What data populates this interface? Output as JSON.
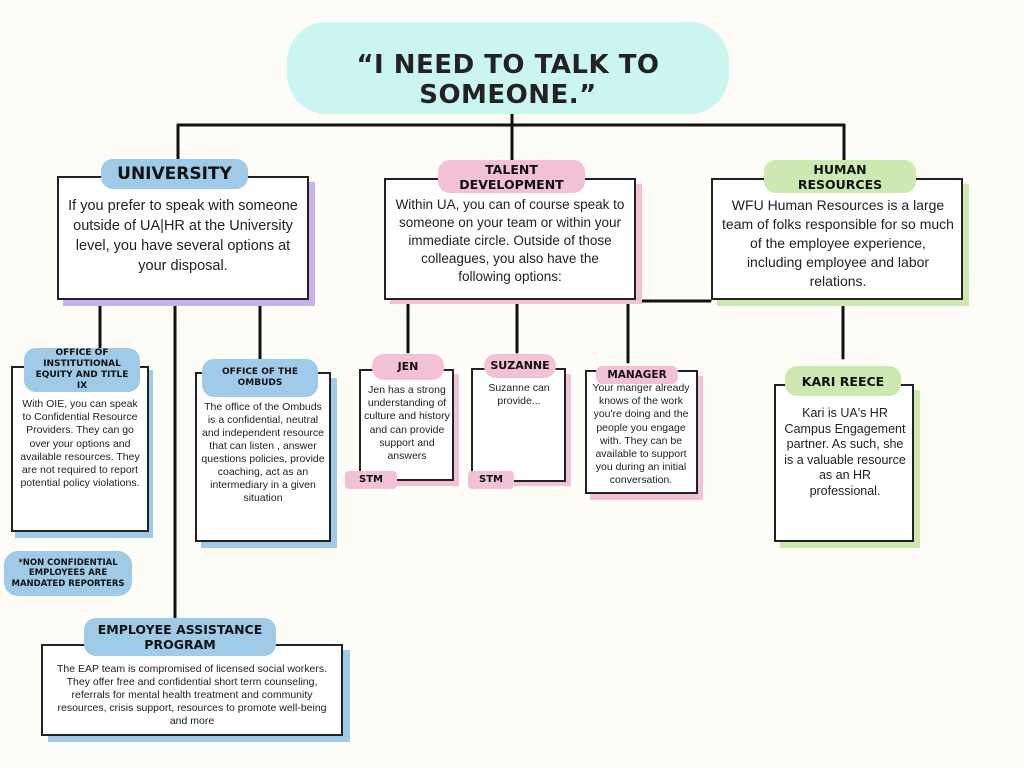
{
  "title": "“I NEED TO TALK TO SOMEONE.”",
  "university": {
    "label": "UNIVERSITY",
    "text": "If you prefer to speak with someone outside of UA|HR at the University level, you have several options at your disposal."
  },
  "talent": {
    "label": "TALENT DEVELOPMENT",
    "text": "Within UA, you can of course speak to someone on your team or within your immediate circle. Outside of those colleagues, you also have the following options:"
  },
  "hr": {
    "label": "HUMAN RESOURCES",
    "text": "WFU Human Resources is a large team of folks responsible for so much of the employee experience, including employee and labor relations."
  },
  "oie": {
    "label": "OFFICE OF INSTITUTIONAL EQUITY AND TITLE IX",
    "text": "With OIE, you can speak to Confidential Resource Providers. They can go over your options and available resources. They are not required to report potential policy violations."
  },
  "ombuds": {
    "label": "OFFICE OF THE OMBUDS",
    "text": "The office of the Ombuds is a confidential, neutral and independent resource that can listen , answer questions policies, provide coaching, act as an intermediary in a given situation"
  },
  "note": "*NON CONFIDENTIAL EMPLOYEES ARE MANDATED REPORTERS",
  "eap": {
    "label": "EMPLOYEE ASSISTANCE PROGRAM",
    "text": "The EAP team is compromised of licensed social workers. They offer free and confidential short term counseling, referrals for mental health treatment and community resources, crisis support, resources to promote well-being and more"
  },
  "jen": {
    "label": "JEN",
    "text": "Jen has a strong understanding of culture and history and can provide support and answers",
    "tag": "STM"
  },
  "suzanne": {
    "label": "SUZANNE",
    "text": "Suzanne can provide...",
    "tag": "STM"
  },
  "manager": {
    "label": "MANAGER",
    "text": "Your manger already knows of the work you're doing and the people you engage with. They can be available to support you during an initial conversation."
  },
  "kari": {
    "label": "KARI REECE",
    "text": "Kari is UA's HR Campus Engagement partner. As such, she is a valuable resource as an HR professional."
  },
  "colors": {
    "title_bg": "#cbf5f0",
    "blue": "#9fcbe8",
    "pink": "#f2c1d6",
    "green": "#cde8b0",
    "purple": "#c7b2ee"
  }
}
